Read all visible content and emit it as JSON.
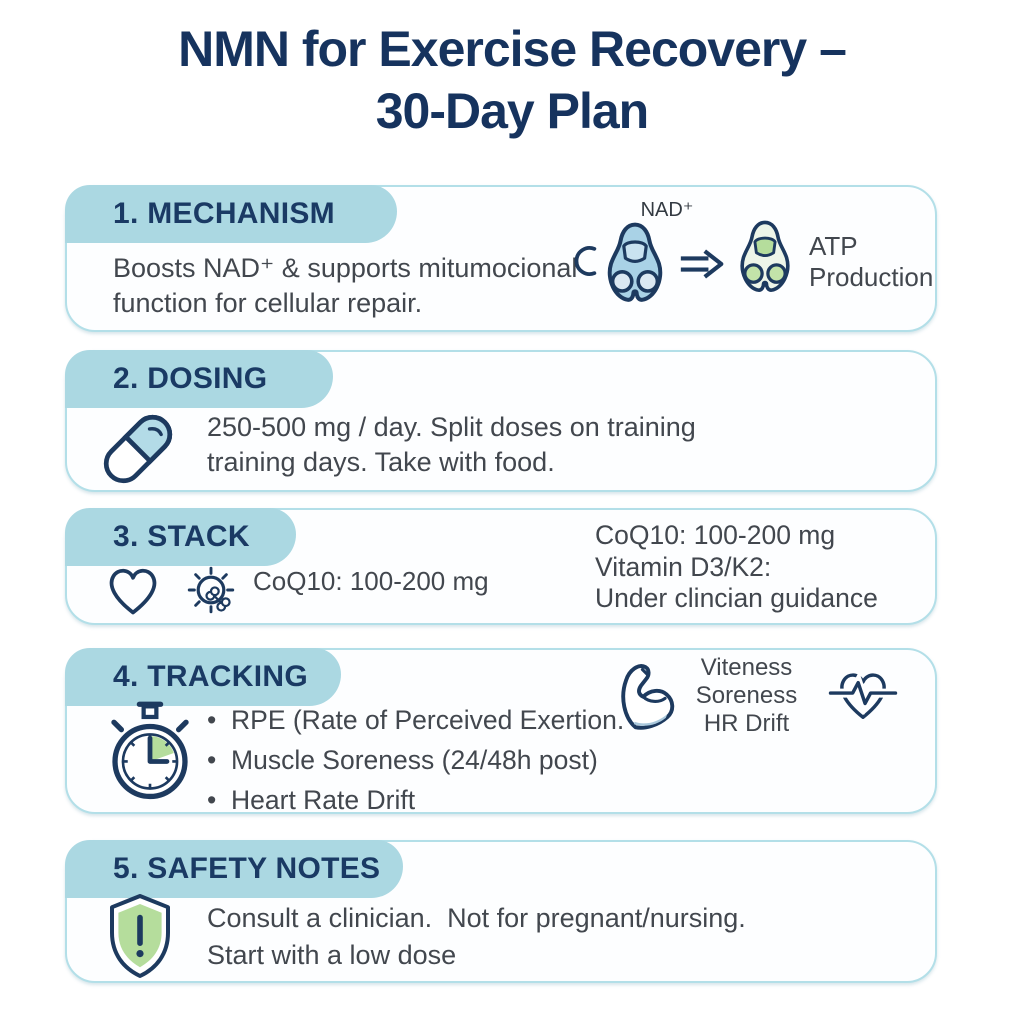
{
  "title": {
    "line1": "NMN for Exercise Recovery –",
    "line2": "30-Day Plan"
  },
  "colors": {
    "title_navy": "#16335e",
    "header_navy": "#1a3a64",
    "pill_teal": "#abd8e2",
    "card_border": "#b3dfe8",
    "body_text": "#42474e",
    "icon_navy": "#1d3a5f",
    "icon_blue": "#a9d2e6",
    "icon_green": "#b5dd9c"
  },
  "sections": [
    {
      "header": "1. MECHANISM",
      "body_line1": "Boosts NAD⁺ & supports mitumocional",
      "body_line2": "function for cellular repair.",
      "diagram": {
        "nad_label": "NAD⁺",
        "atp_label": "ATP Production"
      },
      "icons": [
        "c-curve-icon",
        "nad-molecule-icon",
        "double-arrow-icon",
        "atp-molecule-icon"
      ]
    },
    {
      "header": "2. DOSING",
      "body_line1": "250-500 mg / day. Split doses on training",
      "body_line2": "training days. Take with food.",
      "icons": [
        "capsule-icon"
      ]
    },
    {
      "header": "3. STACK",
      "inline_note": "CoQ10: 100-200 mg",
      "right_line1": "CoQ10: 100-200 mg",
      "right_line2": "Vitamin D3/K2:",
      "right_line3": "Under clincian guidance",
      "icons": [
        "heart-icon",
        "sun-bone-icon"
      ]
    },
    {
      "header": "4. TRACKING",
      "bullets": [
        "RPE (Rate of Perceived Exertion.",
        "Muscle Soreness (24/48h post)",
        "Heart Rate Drift"
      ],
      "right_line1": "Viteness",
      "right_line2": "Soreness",
      "right_line3": "HR Drift",
      "icons": [
        "stopwatch-icon",
        "bicep-icon",
        "heart-pulse-icon"
      ]
    },
    {
      "header": "5. SAFETY NOTES",
      "body_line1": "Consult a clinician.  Not for pregnant/nursing.",
      "body_line2": "Start with a low dose",
      "icons": [
        "shield-alert-icon"
      ]
    }
  ]
}
